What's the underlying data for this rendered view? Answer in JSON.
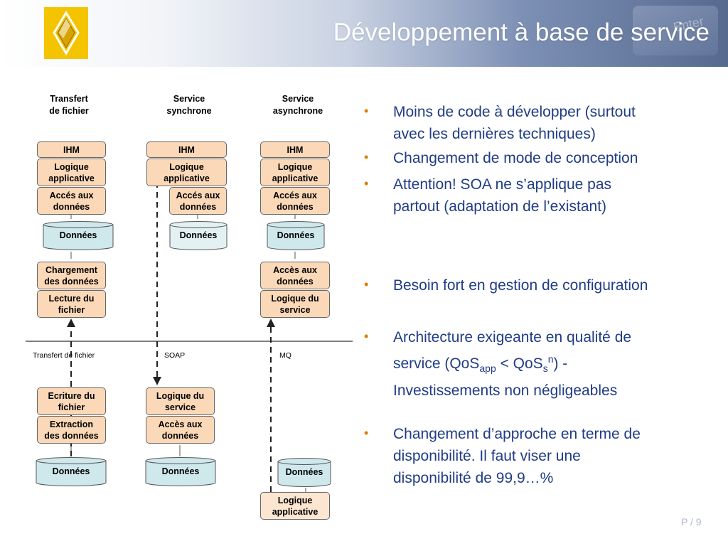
{
  "header": {
    "title": "Développement à base de service",
    "key_label": "Enter"
  },
  "diagram": {
    "columns": [
      {
        "heading_line1": "Transfert",
        "heading_line2": "de fichier"
      },
      {
        "heading_line1": "Service",
        "heading_line2": "synchrone"
      },
      {
        "heading_line1": "Service",
        "heading_line2": "asynchrone"
      }
    ],
    "col1": {
      "ihm": "IHM",
      "logic_line1": "Logique",
      "logic_line2": "applicative",
      "access_line1": "Accés aux",
      "access_line2": "données",
      "db": "Données",
      "load_line1": "Chargement",
      "load_line2": "des données",
      "read_line1": "Lecture du",
      "read_line2": "fichier"
    },
    "col2": {
      "ihm": "IHM",
      "logic_line1": "Logique",
      "logic_line2": "applicative",
      "access_line1": "Accés aux",
      "access_line2": "données",
      "db": "Données"
    },
    "col3": {
      "ihm": "IHM",
      "logic_line1": "Logique",
      "logic_line2": "applicative",
      "access_line1": "Accés aux",
      "access_line2": "données",
      "db": "Données",
      "access2_line1": "Accès aux",
      "access2_line2": "données",
      "svc_line1": "Logique du",
      "svc_line2": "service"
    },
    "protocols": {
      "file": "Transfert de fichier",
      "soap": "SOAP",
      "mq": "MQ"
    },
    "bottom": {
      "col1": {
        "write_line1": "Ecriture du",
        "write_line2": "fichier",
        "extract_line1": "Extraction",
        "extract_line2": "des données",
        "db": "Données"
      },
      "col2": {
        "svc_line1": "Logique du",
        "svc_line2": "service",
        "access_line1": "Accès aux",
        "access_line2": "données",
        "db": "Données"
      },
      "col3": {
        "db": "Données",
        "logic_line1": "Logique",
        "logic_line2": "applicative"
      }
    }
  },
  "bullets": [
    {
      "line1": "Moins de code à développer (surtout",
      "line2": "avec les dernières techniques)"
    },
    {
      "line1": "Changement de mode de conception"
    },
    {
      "line1": "Attention! SOA ne s’applique pas",
      "line2": "partout (adaptation de l’existant)"
    },
    {
      "line1": "Besoin fort en gestion de configuration"
    },
    {
      "line1_a": "Architecture exigeante en qualité de",
      "line2_a": "service (QoS",
      "sub1": "app",
      "line2_b": " < QoS",
      "sub2": "s",
      "sup": "n",
      "line2_c": ") -",
      "line3": "Investissements non négligeables"
    },
    {
      "line1": "Changement d’approche en terme de",
      "line2": "disponibilité. Il faut viser une",
      "line3": "disponibilité de 99,9…%"
    }
  ],
  "bullet_marker": "•",
  "footer": {
    "page": "P / 9"
  },
  "colors": {
    "box_fill": "#fbd8b7",
    "db_fill": "#cfe8ec",
    "bullet_text": "#1f3c85",
    "bullet_marker": "#e07b00",
    "logo_yellow": "#f5c400"
  }
}
